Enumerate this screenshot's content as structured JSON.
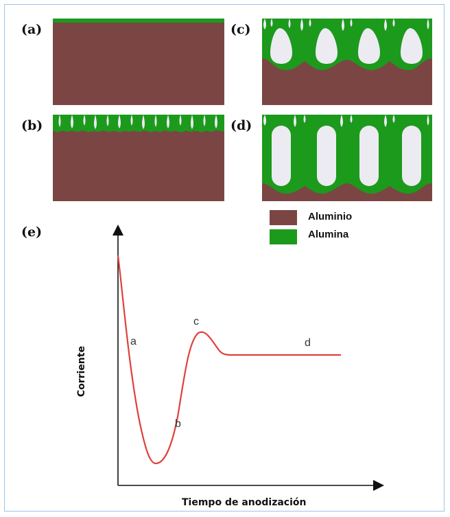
{
  "panels": {
    "a": {
      "label": "(a)"
    },
    "b": {
      "label": "(b)"
    },
    "c": {
      "label": "(c)"
    },
    "d": {
      "label": "(d)"
    },
    "e": {
      "label": "(e)"
    }
  },
  "colors": {
    "aluminio": "#7b4544",
    "alumina": "#1c9a1c",
    "pore": "#ecebf2",
    "curve": "#e0403a",
    "frame": "#9cc3e6"
  },
  "legend": [
    {
      "name": "Aluminio",
      "color": "#7b4544"
    },
    {
      "name": "Alumina",
      "color": "#1c9a1c"
    }
  ],
  "graph": {
    "xlabel": "Tiempo de anodización",
    "ylabel": "Corriente",
    "curve_labels": {
      "a": "a",
      "b": "b",
      "c": "c",
      "d": "d"
    }
  }
}
